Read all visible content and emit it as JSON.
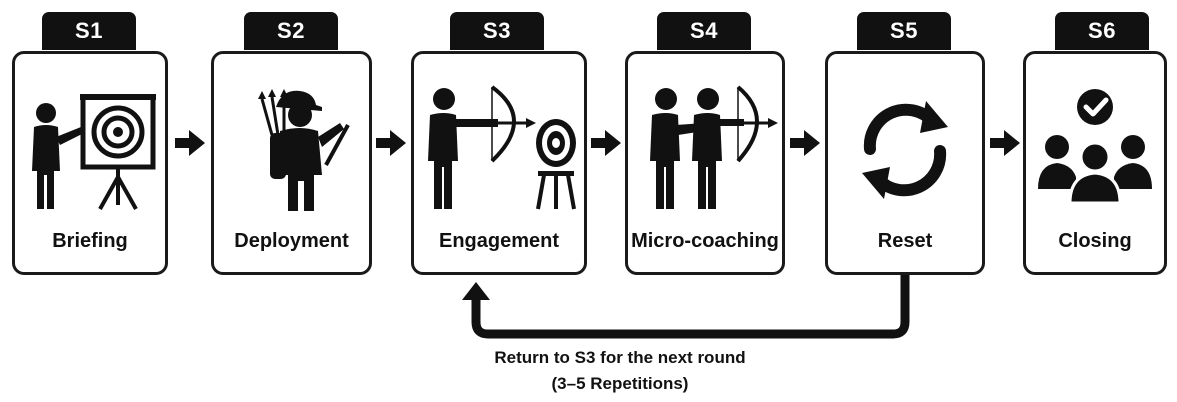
{
  "steps": [
    {
      "tag": "S1",
      "label": "Briefing",
      "icon": "presentation-target-icon"
    },
    {
      "tag": "S2",
      "label": "Deployment",
      "icon": "archer-with-quiver-icon"
    },
    {
      "tag": "S3",
      "label": "Engagement",
      "icon": "archer-aiming-target-icon"
    },
    {
      "tag": "S4",
      "label": "Micro-coaching",
      "icon": "coach-with-archer-icon"
    },
    {
      "tag": "S5",
      "label": "Reset",
      "icon": "refresh-cycle-icon"
    },
    {
      "tag": "S6",
      "label": "Closing",
      "icon": "group-checkmark-icon"
    }
  ],
  "loop": {
    "line1": "Return to S3 for the next round",
    "line2": "(3–5 Repetitions)"
  },
  "colors": {
    "ink": "#111111",
    "card_border": "#1a1a1a",
    "background": "#ffffff"
  }
}
